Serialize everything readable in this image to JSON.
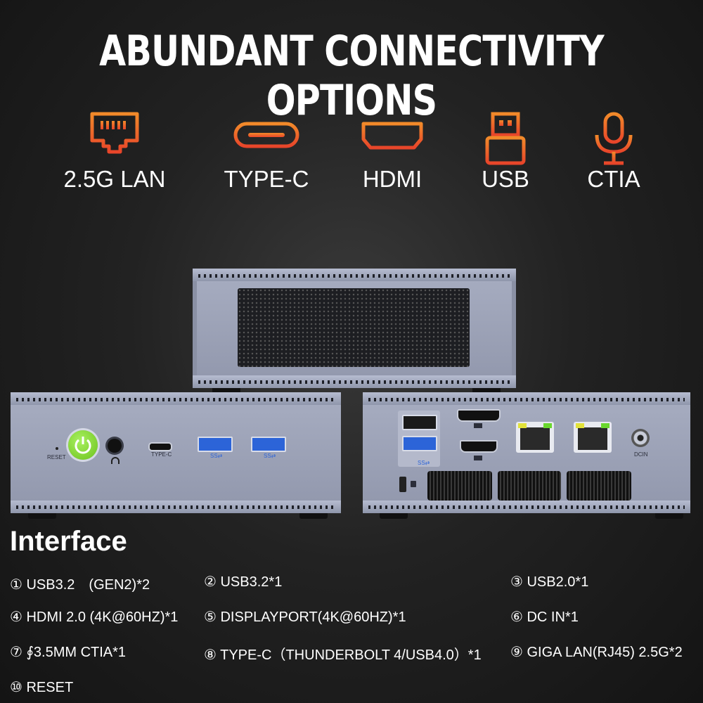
{
  "header": {
    "title": "ABUNDANT CONNECTIVITY OPTIONS"
  },
  "features": [
    {
      "label": "2.5G LAN",
      "icon": "ethernet-icon"
    },
    {
      "label": "TYPE-C",
      "icon": "usb-c-icon"
    },
    {
      "label": "HDMI",
      "icon": "hdmi-icon"
    },
    {
      "label": "USB",
      "icon": "usb-icon"
    },
    {
      "label": "CTIA",
      "icon": "microphone-icon"
    }
  ],
  "colors": {
    "accent_orange": "#f26a2a",
    "accent_red": "#e8452a",
    "power_green": "#7ed321",
    "usb3_blue": "#2c64d8"
  },
  "device_labels": {
    "reset": "RESET",
    "typec": "TYPE-C",
    "ss1": "SS⇄",
    "ss2": "SS⇄",
    "ss3": "SS⇄",
    "dcin": "DCIN"
  },
  "interface": {
    "title": "Interface",
    "items": [
      "① USB3.2　(GEN2)*2",
      "② USB3.2*1",
      "③ USB2.0*1",
      "④ HDMI 2.0 (4K@60HZ)*1",
      "⑤ DISPLAYPORT(4K@60HZ)*1",
      "⑥ DC IN*1",
      "⑦ ∮3.5MM CTIA*1",
      "⑧ TYPE-C（THUNDERBOLT 4/USB4.0）*1",
      "⑨ GIGA LAN(RJ45) 2.5G*2",
      "⑩ RESET"
    ]
  }
}
